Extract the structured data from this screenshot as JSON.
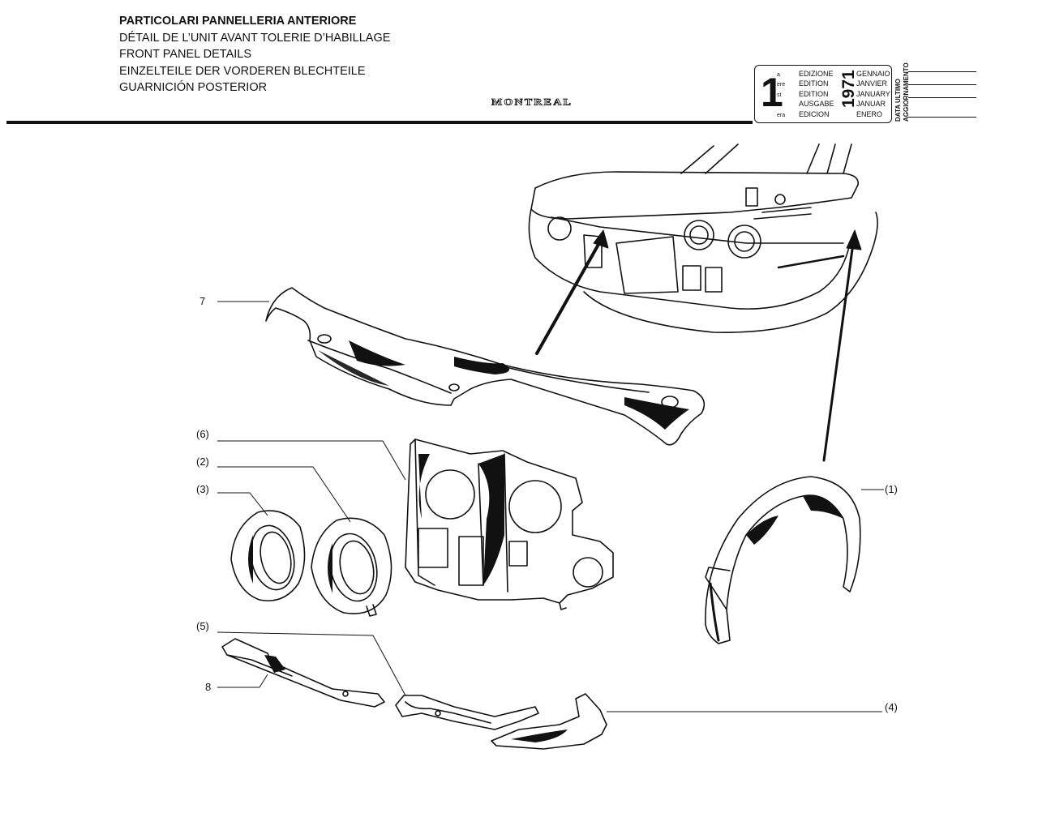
{
  "header": {
    "titles": [
      "PARTICOLARI PANNELLERIA ANTERIORE",
      "DÉTAIL DE L’UNIT AVANT TOLERIE D’HABILLAGE",
      "FRONT PANEL DETAILS",
      "EINZELTEILE DER VORDEREN BLECHTEILE",
      "GUARNICIÓN POSTERIOR"
    ],
    "brand": "MONTREAL"
  },
  "edition_box": {
    "number": "1",
    "suffixes": [
      "a",
      "ere",
      "st",
      ".",
      "era"
    ],
    "edition_words": [
      "EDIZIONE",
      "EDITION",
      "EDITION",
      "AUSGABE",
      "EDICION"
    ],
    "year": "1971",
    "months": [
      "GENNAIO",
      "JANVIER",
      "JANUARY",
      "JANUAR",
      "ENERO"
    ],
    "update_label_lines": [
      "DATA ULTIMO",
      "AGGIORNAMENTO"
    ]
  },
  "callouts": {
    "c7": "7",
    "c6": "(6)",
    "c2": "(2)",
    "c3": "(3)",
    "c5": "(5)",
    "c8": "8",
    "c1": "(1)",
    "c4": "(4)"
  },
  "colors": {
    "ink": "#111111",
    "paper": "#ffffff"
  }
}
